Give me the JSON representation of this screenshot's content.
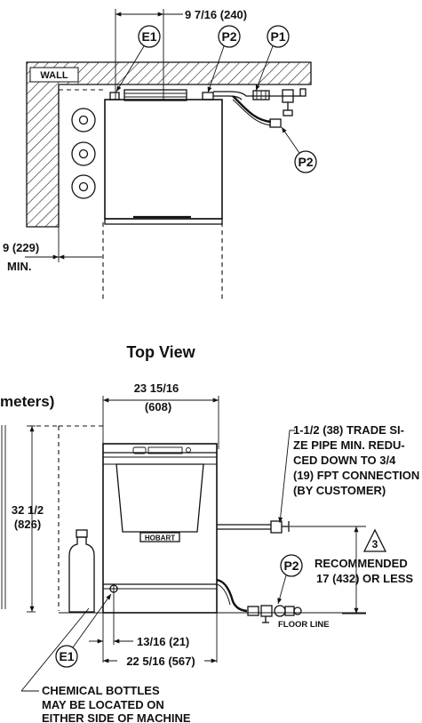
{
  "top_view": {
    "dim_width": "9 7/16 (240)",
    "wall_label": "WALL",
    "dim_wall_clearance": "9 (229)",
    "dim_wall_clearance_min": "MIN.",
    "label_e1": "E1",
    "label_p2": "P2",
    "label_p1": "P1",
    "label_p2_hose": "P2",
    "title": "Top View"
  },
  "front_view": {
    "partial_title": "meters)",
    "dim_width": "23 15/16",
    "dim_width_mm": "(608)",
    "dim_height": "32 1/2",
    "dim_height_mm": "(826)",
    "brand_badge": "HOBART",
    "note_pipe": [
      "1-1/2 (38) TRADE SI-",
      "ZE PIPE MIN. REDU-",
      "CED DOWN TO 3/4",
      "(19) FPT CONNECTION",
      "(BY CUSTOMER)"
    ],
    "note_number": "3",
    "label_p2": "P2",
    "recommended": [
      "RECOMMENDED",
      "17 (432) OR LESS"
    ],
    "floor_line": "FLOOR LINE",
    "label_e1": "E1",
    "dim_e1_offset": "13/16 (21)",
    "dim_e1_depth": "22 5/16 (567)",
    "chemical_note": [
      "CHEMICAL BOTTLES",
      "MAY BE LOCATED ON",
      "EITHER SIDE OF MACHINE"
    ]
  }
}
